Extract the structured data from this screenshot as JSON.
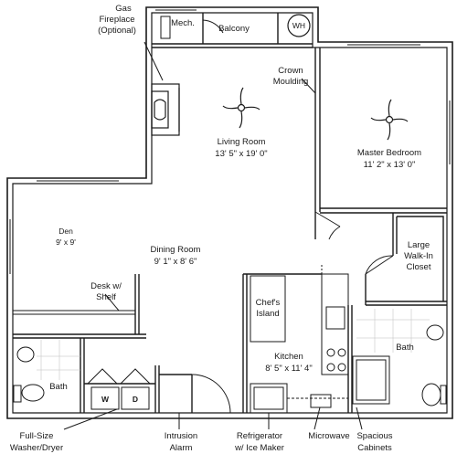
{
  "rooms": {
    "living_room": {
      "name": "Living Room",
      "dims": "13' 5\" x 19' 0\""
    },
    "master_bedroom": {
      "name": "Master Bedroom",
      "dims": "11' 2\" x 13' 0\""
    },
    "den": {
      "name": "Den",
      "dims": "9' x 9'"
    },
    "dining_room": {
      "name": "Dining Room",
      "dims": "9' 1\" x 8' 6\""
    },
    "kitchen": {
      "name": "Kitchen",
      "dims": "8' 5\" x 11' 4\""
    },
    "bath_left": {
      "name": "Bath"
    },
    "bath_right": {
      "name": "Bath"
    },
    "balcony": {
      "name": "Balcony"
    },
    "mech": {
      "name": "Mech."
    },
    "walk_in_closet": {
      "lines": [
        "Large",
        "Walk-In",
        "Closet"
      ]
    },
    "chefs_island": {
      "lines": [
        "Chef's",
        "Island"
      ]
    }
  },
  "fixtures": {
    "water_heater": "WH",
    "washer": "W",
    "dryer": "D"
  },
  "callouts": {
    "gas_fireplace": [
      "Gas",
      "Fireplace",
      "(Optional)"
    ],
    "crown_moulding": [
      "Crown",
      "Moulding"
    ],
    "desk_shelf": [
      "Desk w/",
      "Shelf"
    ],
    "washer_dryer": [
      "Full-Size",
      "Washer/Dryer"
    ],
    "intrusion_alarm": [
      "Intrusion",
      "Alarm"
    ],
    "refrigerator": [
      "Refrigerator",
      "w/ Ice Maker"
    ],
    "microwave": [
      "Microwave"
    ],
    "cabinets": [
      "Spacious",
      "Cabinets"
    ]
  }
}
